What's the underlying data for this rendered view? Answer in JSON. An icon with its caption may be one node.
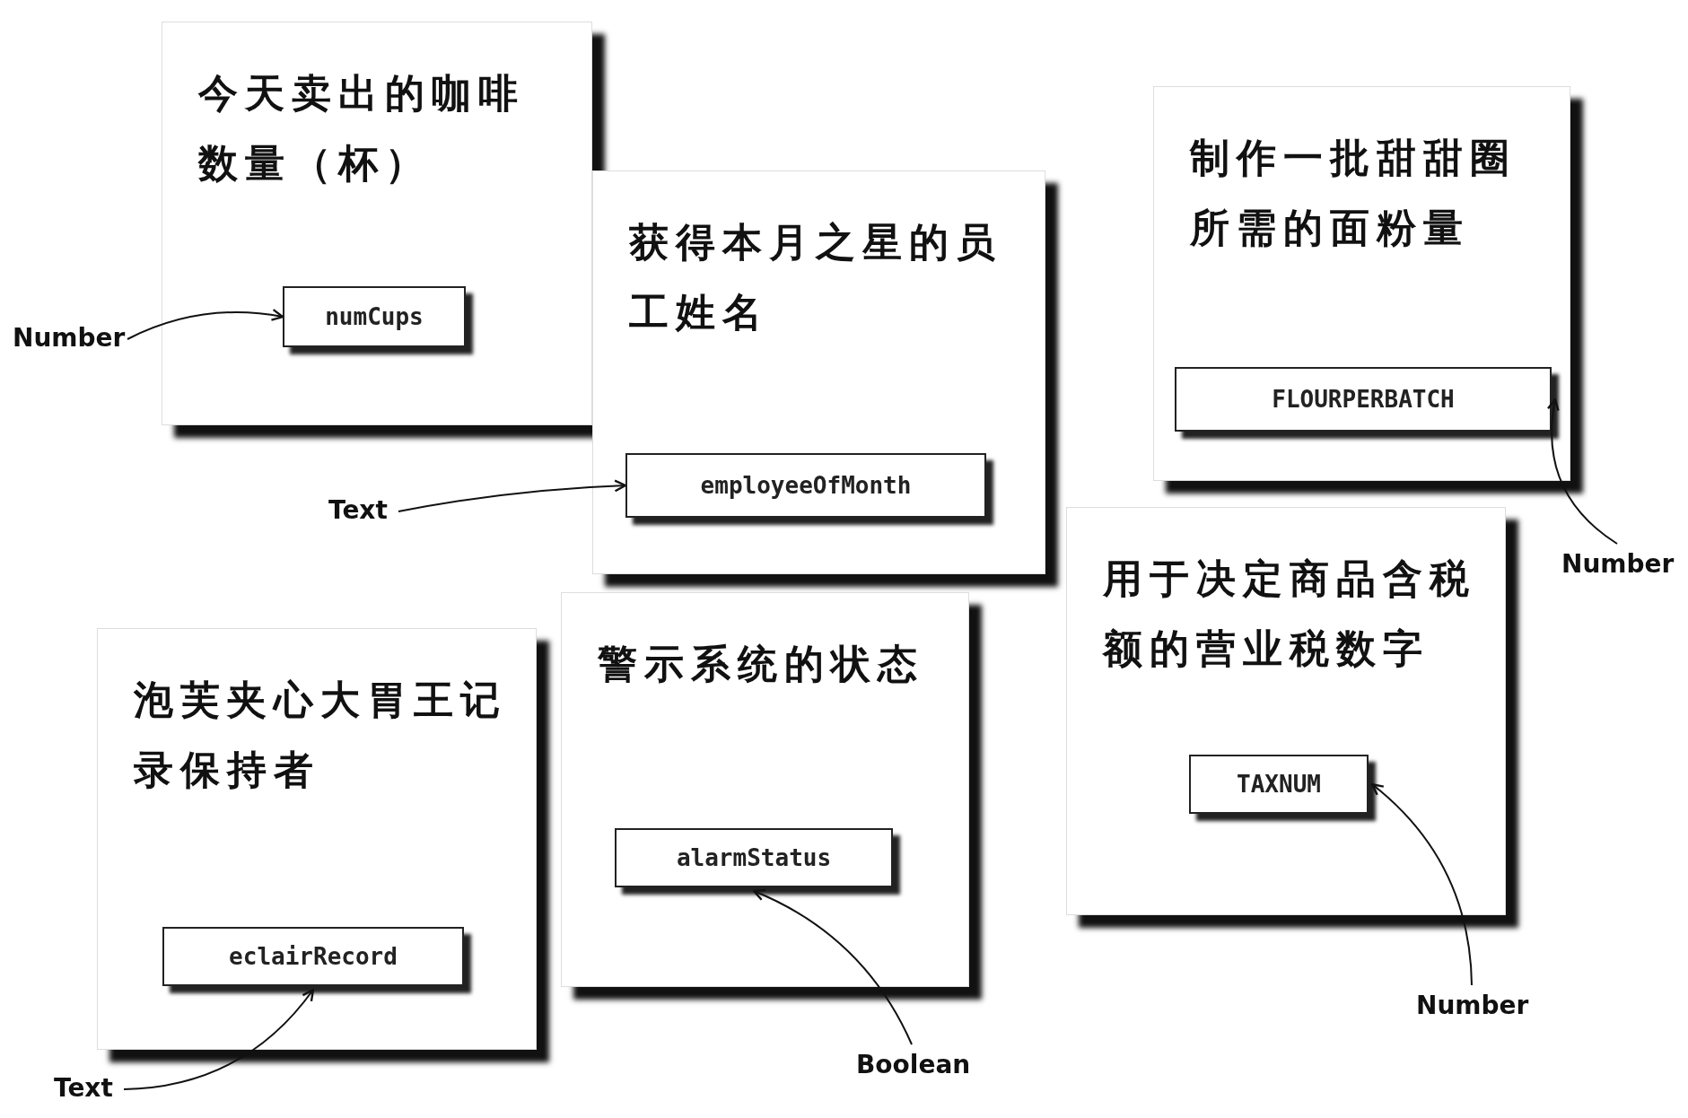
{
  "diagram": {
    "nodes": [
      {
        "text": [
          "今天卖出的咖啡数量（杯）"
        ]
      },
      {
        "text": [
          "numCups"
        ],
        "in": 0
      },
      {
        "text": [
          "获得本月之星的员工姓名"
        ]
      },
      {
        "text": [
          "employeeOfMonth"
        ],
        "in": 2
      },
      {
        "text": [
          "制作一批甜甜圈所需的面粉量"
        ]
      },
      {
        "text": [
          "FLOURPERBATCH"
        ],
        "in": 4
      },
      {
        "text": [
          "泡芙夹心大胃王记录保持者"
        ]
      },
      {
        "text": [
          "eclairRecord"
        ],
        "in": 6
      },
      {
        "text": [
          "警示系统的状态"
        ]
      },
      {
        "text": [
          "alarmStatus"
        ],
        "in": 8
      },
      {
        "text": [
          "用于决定商品含税额的营业税数字"
        ]
      },
      {
        "text": [
          "TAXNUM"
        ],
        "in": 10
      },
      {
        "text": [
          "Number"
        ]
      },
      {
        "text": [
          "Text"
        ]
      },
      {
        "text": [
          "Number"
        ]
      },
      {
        "text": [
          "Text"
        ]
      },
      {
        "text": [
          "Boolean"
        ]
      },
      {
        "text": [
          "Number"
        ]
      }
    ],
    "edges": [
      {
        "from": 12,
        "to": 1,
        "arrow": "to"
      },
      {
        "from": 13,
        "to": 3,
        "arrow": "to"
      },
      {
        "from": 14,
        "to": 5,
        "arrow": "to"
      },
      {
        "from": 15,
        "to": 7,
        "arrow": "to"
      },
      {
        "from": 16,
        "to": 9,
        "arrow": "to"
      },
      {
        "from": 17,
        "to": 11,
        "arrow": "to"
      }
    ]
  }
}
